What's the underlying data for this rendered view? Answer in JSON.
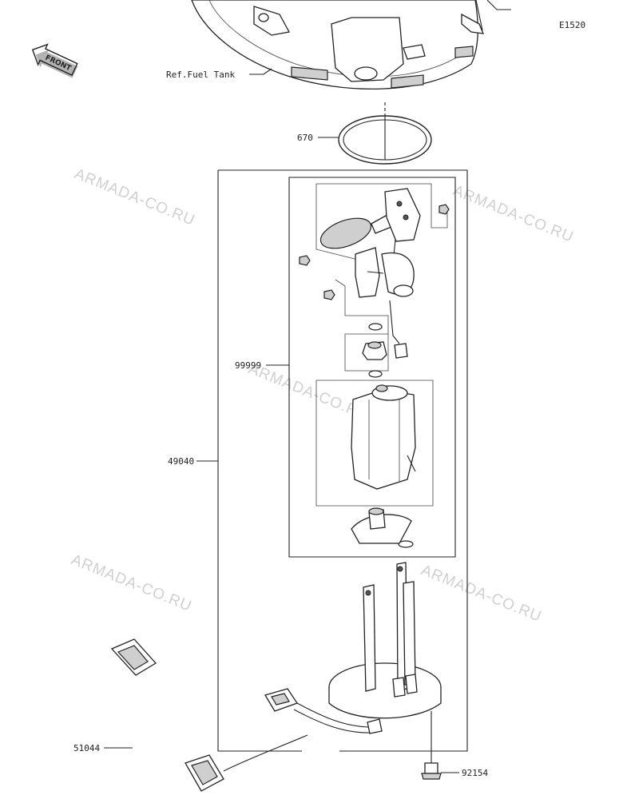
{
  "diagram_code": "E1520",
  "direction_arrow": {
    "label": "FRONT",
    "icon": "front-arrow-icon"
  },
  "reference_label": "Ref.Fuel Tank",
  "watermark": "ARMADA-CO.RU",
  "callouts": {
    "gasket": "670",
    "pump_sub_assembly": "99999",
    "pump_assembly": "49040",
    "lead_harness": "51044",
    "bolt": "92154"
  },
  "colors": {
    "line": "#222222",
    "watermark": "#d0d0d0",
    "background": "#ffffff"
  }
}
